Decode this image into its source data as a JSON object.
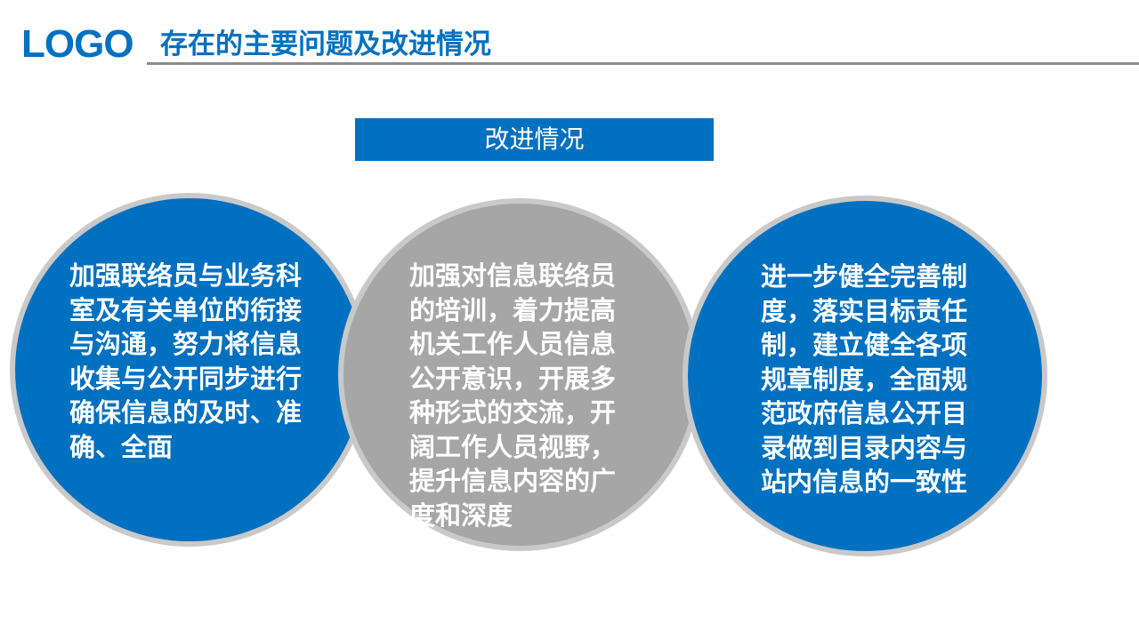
{
  "header": {
    "logo": "LOGO",
    "title": "存在的主要问题及改进情况"
  },
  "banner": "改进情况",
  "circles": [
    {
      "lines": [
        "加强联络员与业务科",
        "室及有关单位的衔接",
        "与沟通，努力将信息",
        "收集与公开同步进行",
        "确保信息的及时、准",
        "确、全面"
      ]
    },
    {
      "lines": [
        "加强对信息联络员",
        "的培训，着力提高",
        "机关工作人员信息",
        "公开意识，开展多",
        "种形式的交流，开",
        "阔工作人员视野，",
        "提升信息内容的广",
        "度和深度"
      ]
    },
    {
      "lines": [
        "进一步健全完善制",
        "度，落实目标责任",
        "制，建立健全各项",
        "规章制度，全面规",
        "范政府信息公开目",
        "录做到目录内容与",
        "站内信息的一致性"
      ]
    }
  ]
}
